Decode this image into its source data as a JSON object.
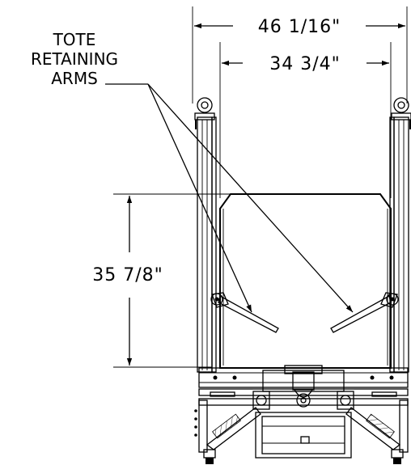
{
  "dimensions": {
    "overall_width": "46 1/16\"",
    "inner_width": "34 3/4\"",
    "tote_height": "35 7/8\""
  },
  "callout": {
    "line1": "TOTE",
    "line2": "RETAINING",
    "line3": "ARMS"
  }
}
